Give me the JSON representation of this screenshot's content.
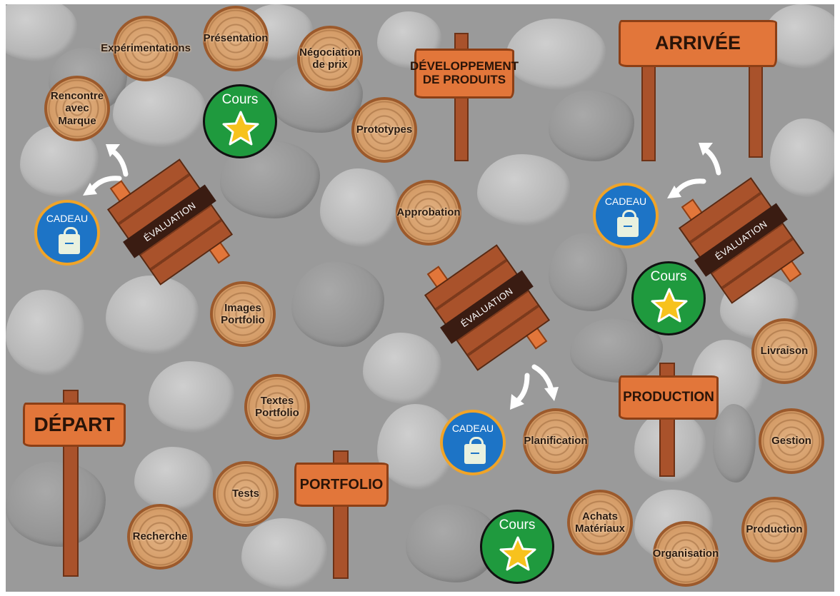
{
  "signs": {
    "depart": "DÉPART",
    "portfolio": "PORTFOLIO",
    "developpement_1": "DÉVELOPPEMENT",
    "developpement_2": "DE PRODUITS",
    "production": "PRODUCTION",
    "arrivee": "ARRIVÉE"
  },
  "evaluation_label": "ÉVALUATION",
  "cadeau_label": "CADEAU",
  "cours_label": "Cours",
  "stops": {
    "recherche": "Recherche",
    "tests": "Tests",
    "textes_1": "Textes",
    "textes_2": "Portfolio",
    "images_1": "Images",
    "images_2": "Portfolio",
    "rencontre_1": "Rencontre",
    "rencontre_2": "avec Marque",
    "experimentations": "Expérimentations",
    "presentation": "Présentation",
    "negociation_1": "Négociation",
    "negociation_2": "de prix",
    "prototypes": "Prototypes",
    "approbation": "Approbation",
    "planification": "Planification",
    "achats_1": "Achats",
    "achats_2": "Matériaux",
    "organisation": "Organisation",
    "production": "Production",
    "gestion": "Gestion",
    "livraison": "Livraison"
  },
  "colors": {
    "stone": "#b7b7b7",
    "log": "#d39a65",
    "sign_plank": "#e2763a",
    "sign_post": "#a9522b",
    "cadeau": "#1d74c6",
    "cours": "#1f9a3e",
    "star": "#f7c21d"
  },
  "icons": [
    "star-icon",
    "shopping-bag-icon",
    "curved-arrow-icon"
  ]
}
